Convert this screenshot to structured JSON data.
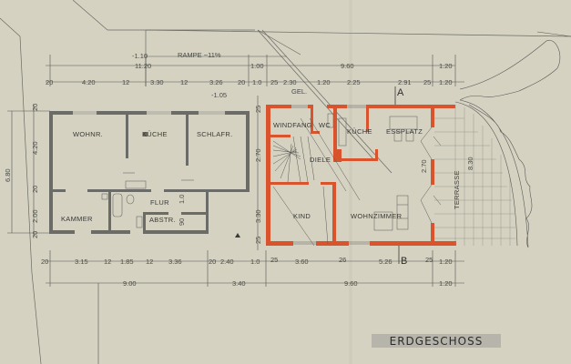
{
  "drawing": {
    "title": "ERDGESCHOSS",
    "ramp_label": "RAMPE ~11%",
    "ramp_level": "-1.10",
    "section_markers": [
      "A",
      "B"
    ],
    "colors": {
      "paper": "#d9d6c6",
      "existing_wall": "#6b6b68",
      "new_wall": "#d9542c",
      "line": "#5a5a55"
    }
  },
  "existing_building": {
    "rooms": [
      "WOHNR.",
      "KÜCHE",
      "SCHLAFR.",
      "FLUR",
      "KAMMER",
      "ABSTR."
    ],
    "inner_dims": [
      "1.0",
      "90"
    ]
  },
  "new_building": {
    "rooms": [
      "WINDFANG",
      "WC",
      "KÜCHE",
      "ESSPLATZ",
      "DIELE",
      "KIND",
      "WOHNZIMMER",
      "TERRASSE"
    ],
    "inner_dims": [
      "2.70",
      "8.30"
    ]
  },
  "dimensions": {
    "top_overall": [
      "11.20",
      "1.00",
      "9.60",
      "1.20"
    ],
    "top_detail": [
      "20",
      "4.20",
      "12",
      "3.30",
      "12",
      "3.26",
      "20",
      "1.0",
      "25",
      "2.30",
      "1.20",
      "2.25",
      "2.91",
      "25",
      "1.20"
    ],
    "top_small": [
      "-1.05",
      "GEL."
    ],
    "left_overall": [
      "6.80"
    ],
    "left_detail": [
      "20",
      "4.20",
      "20",
      "2.00",
      "20"
    ],
    "middle_vertical": [
      "25",
      "2.70",
      "3.30",
      "25"
    ],
    "bottom_detail": [
      "20",
      "3.15",
      "12",
      "1.85",
      "12",
      "3.36",
      "20",
      "2.40",
      "1.0",
      "25",
      "3.60",
      "26",
      "5.26",
      "25",
      "1.20"
    ],
    "bottom_overall": [
      "9.00",
      "3.40",
      "9.60",
      "1.20"
    ]
  }
}
